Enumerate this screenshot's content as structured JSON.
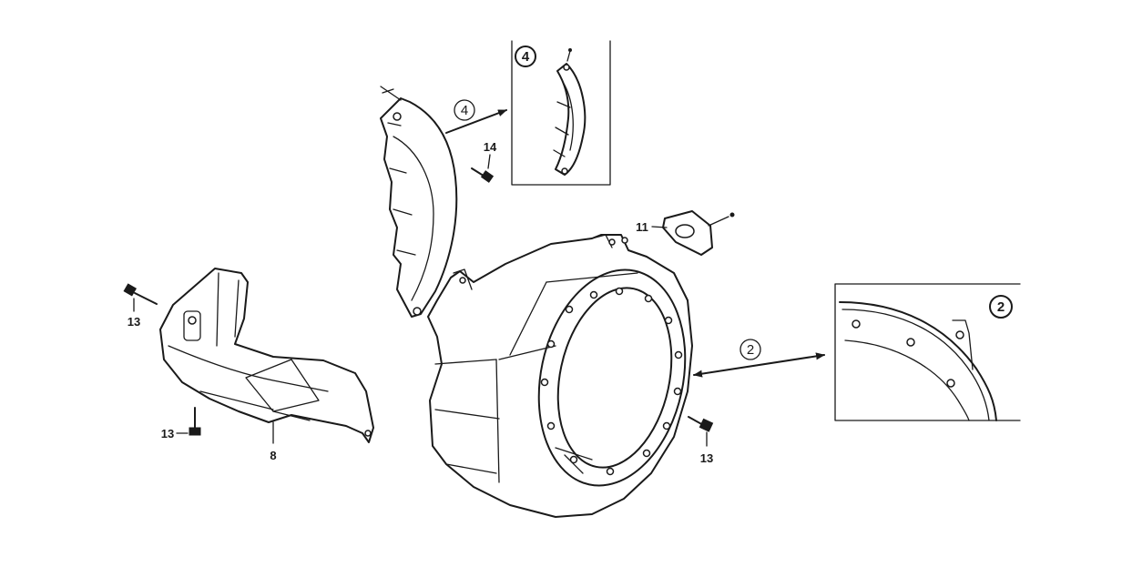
{
  "callouts": {
    "p14": "14",
    "p11": "11",
    "p13_top_left": "13",
    "p13_bottom_left": "13",
    "p8": "8",
    "p13_right": "13",
    "detail_4": "4",
    "detail_2": "2"
  },
  "detail_views": {
    "top": {
      "label": "4"
    },
    "right": {
      "label": "2"
    }
  },
  "colors": {
    "ink": "#1a1a1a",
    "paper": "#ffffff"
  }
}
